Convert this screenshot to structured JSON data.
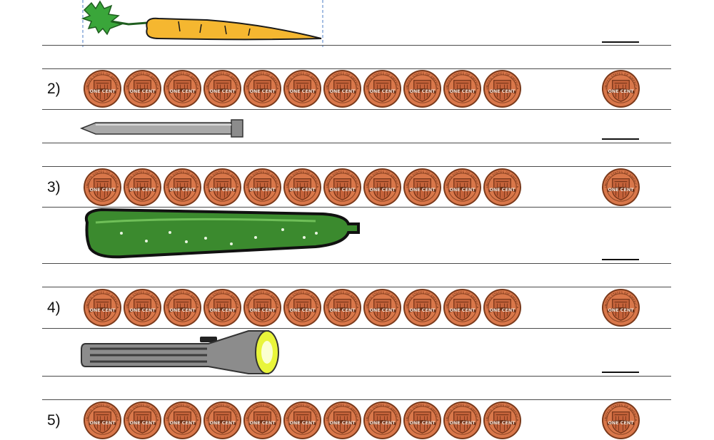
{
  "worksheet": {
    "problems": [
      {
        "number_label": "",
        "object": "carrot",
        "coin_count": 0
      },
      {
        "number_label": "2)",
        "object": "nail",
        "coin_count": 11
      },
      {
        "number_label": "3)",
        "object": "cucumber",
        "coin_count": 11
      },
      {
        "number_label": "4)",
        "object": "flashlight",
        "coin_count": 11
      },
      {
        "number_label": "5)",
        "object": "",
        "coin_count": 11
      }
    ],
    "coin": {
      "icon": "penny-icon",
      "top_text": "UNITED STATES OF AMERICA",
      "bottom_text": "ONE CENT",
      "color_fill": "#d9774a",
      "color_edge": "#7a3a1c"
    },
    "colors": {
      "rule": "#4a4a4a",
      "carrot": "#f5b730",
      "carrot_leaves": "#3aa63a",
      "nail": "#a9a9a9",
      "cucumber": "#3b8a2e",
      "flashlight": "#8c8c8c"
    }
  }
}
